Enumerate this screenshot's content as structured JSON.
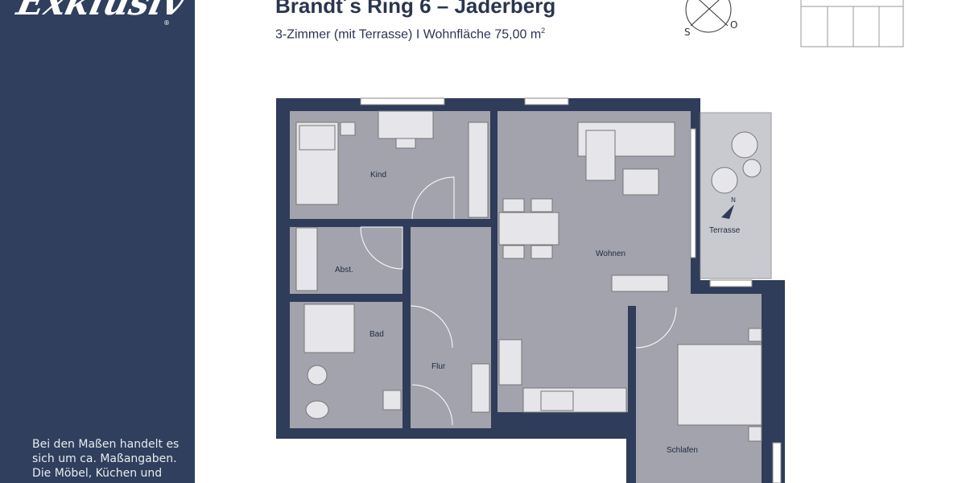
{
  "brand": {
    "logo_text": "Exklusiv",
    "registered": "®"
  },
  "sidebar": {
    "note": "Bei den Maßen handelt es sich um ca. Maßangaben. Die Möbel, Küchen und"
  },
  "header": {
    "title": "Brandt´s Ring 6 – Jaderberg",
    "subtitle": "3-Zimmer (mit Terrasse)  I Wohnfläche 75,00 m",
    "subtitle_sup": "2"
  },
  "compass": {
    "s": "S",
    "o": "O",
    "n": "N"
  },
  "rooms": {
    "kind": "Kind",
    "abst": "Abst.",
    "bad": "Bad",
    "flur": "Flur",
    "wohnen": "Wohnen",
    "terrasse": "Terrasse",
    "schlafen": "Schlafen"
  },
  "colors": {
    "navy": "#2f3f5d",
    "floor": "#a2a3ad",
    "terrace": "#c9cad0"
  }
}
